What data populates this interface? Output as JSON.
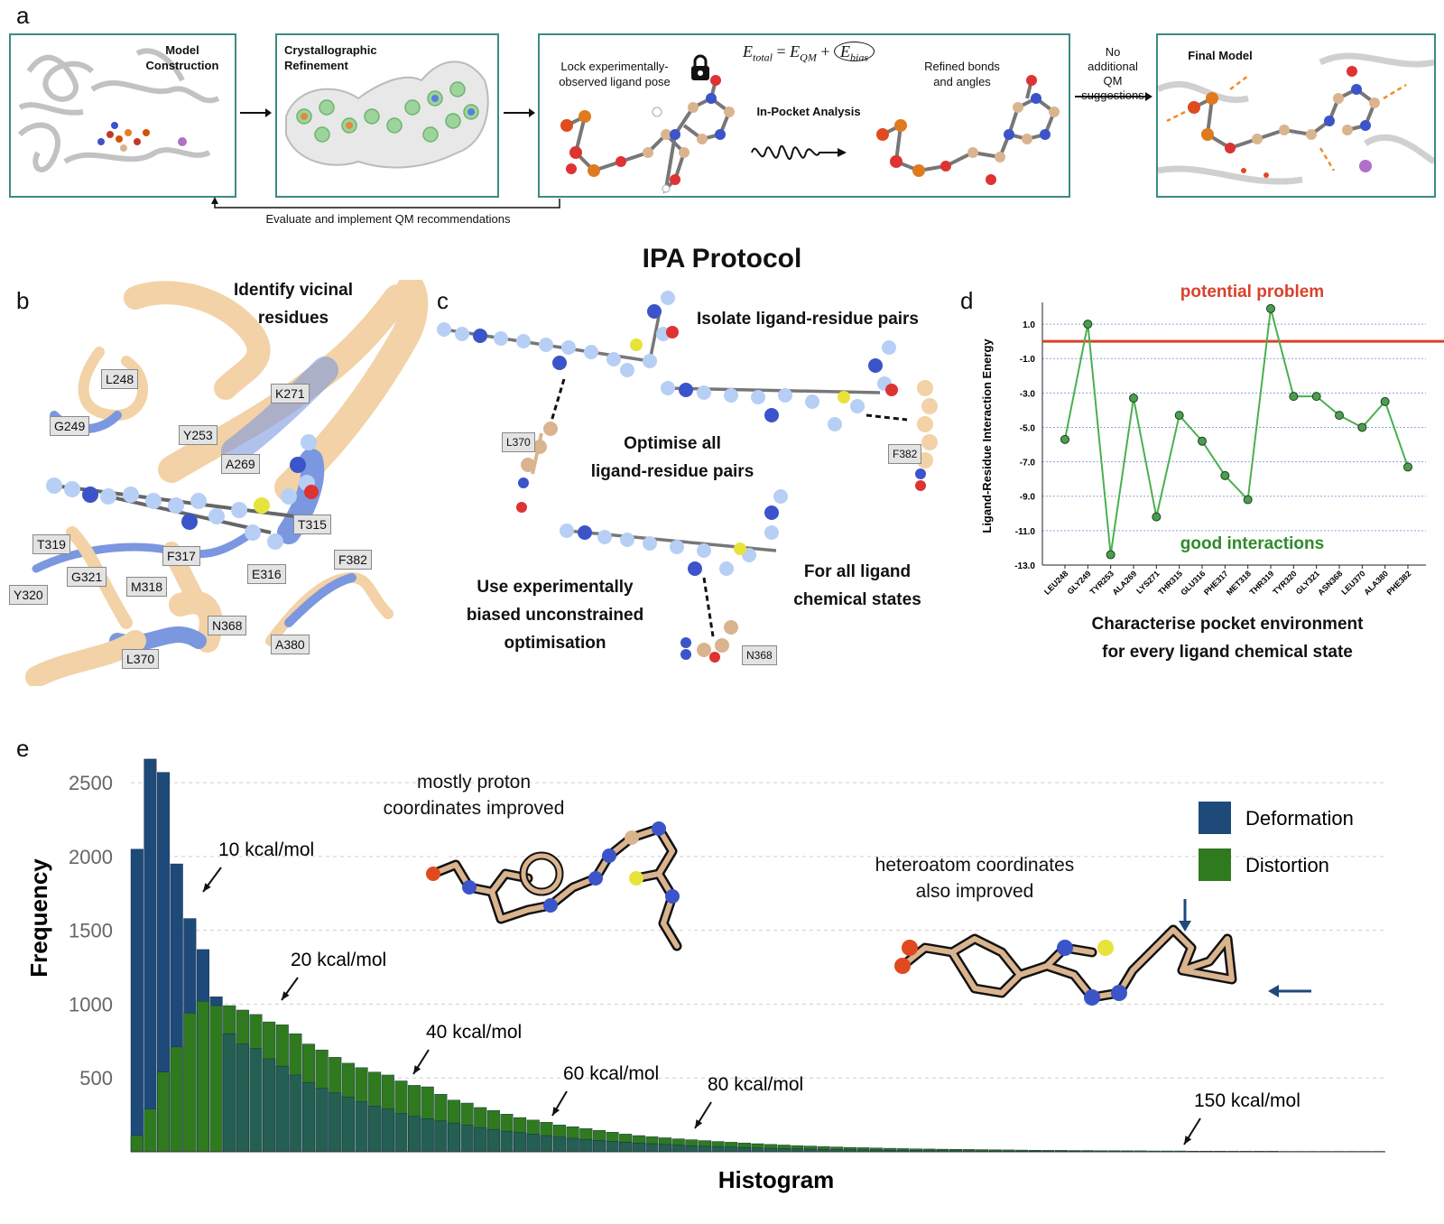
{
  "panel_a": {
    "letter": "a",
    "box1_title": "Model\nConstruction",
    "box2_title": "Crystallographic\nRefinement",
    "lock_text": "Lock experimentally-\nobserved ligand pose",
    "equation_lhs": "E",
    "equation_lhs_sub": "total",
    "equation_eq": " = ",
    "equation_qm": "E",
    "equation_qm_sub": "QM",
    "equation_plus": " + ",
    "equation_bias": "E",
    "equation_bias_sub": "bias",
    "inpocket": "In-Pocket Analysis",
    "refined": "Refined bonds\nand angles",
    "no_qm": "No\nadditional\nQM\nsuggestions",
    "final_model": "Final Model",
    "feedback": "Evaluate and implement QM recommendations"
  },
  "protocol_title": "IPA Protocol",
  "panel_b": {
    "letter": "b",
    "heading": "Identify vicinal\nresidues",
    "residues": [
      "L248",
      "G249",
      "Y253",
      "K271",
      "A269",
      "T315",
      "T319",
      "G321",
      "Y320",
      "F317",
      "M318",
      "E316",
      "F382",
      "N368",
      "L370",
      "A380"
    ]
  },
  "panel_c": {
    "letter": "c",
    "isolate": "Isolate ligand-residue pairs",
    "optimise": "Optimise all\nligand-residue pairs",
    "biased": "Use experimentally\nbiased unconstrained\noptimisation",
    "forall": "For all ligand\nchemical states",
    "residues": [
      "L370",
      "F382",
      "N368"
    ]
  },
  "panel_d": {
    "letter": "d",
    "caption": "Characterise pocket environment\nfor every ligand chemical state"
  },
  "chart_data": [
    {
      "type": "line",
      "ylabel": "Ligand-Residue Interaction Energy",
      "categories": [
        "LEU248",
        "GLY249",
        "TYR253",
        "ALA269",
        "LYS271",
        "THR315",
        "GLU316",
        "PHE317",
        "MET318",
        "THR319",
        "TYR320",
        "GLY321",
        "ASN368",
        "LEU370",
        "ALA380",
        "PHE382"
      ],
      "values": [
        -5.7,
        1.0,
        -12.4,
        -3.3,
        -10.2,
        -4.3,
        -5.8,
        -7.8,
        -9.2,
        1.9,
        -3.2,
        -3.2,
        -4.3,
        -5.0,
        -3.5,
        -7.3
      ],
      "threshold": 0.0,
      "threshold_label": "potential problem",
      "good_label": "good interactions",
      "yticks": [
        "1.0",
        "-1.0",
        "-3.0",
        "-5.0",
        "-7.0",
        "-9.0",
        "-11.0",
        "-13.0"
      ],
      "ylim": [
        -13,
        2
      ],
      "colors": {
        "line": "#4ab04f",
        "marker": "#4a9e4f",
        "threshold": "#d9412b",
        "grid": "#8fa3d8"
      }
    },
    {
      "type": "bar",
      "xlabel": "Histogram",
      "ylabel": "Frequency",
      "yticks": [
        "500",
        "1000",
        "1500",
        "2000",
        "2500"
      ],
      "ylim": [
        0,
        2800
      ],
      "series": [
        {
          "name": "Deformation",
          "color": "#1e4a7a",
          "values": [
            2050,
            2660,
            2570,
            1950,
            1580,
            1370,
            1050,
            800,
            730,
            700,
            630,
            580,
            520,
            470,
            430,
            400,
            370,
            340,
            310,
            290,
            260,
            240,
            225,
            210,
            195,
            180,
            165,
            152,
            140,
            130,
            120,
            110,
            100,
            92,
            85,
            78,
            72,
            66,
            60,
            55,
            50,
            46,
            42,
            38,
            35,
            32,
            29,
            26,
            24,
            22,
            20,
            18,
            16,
            15,
            14,
            13,
            12,
            11,
            10,
            9,
            8,
            8,
            7,
            7,
            6,
            6,
            5,
            5,
            5,
            4,
            4,
            4,
            3,
            3,
            3,
            3,
            2,
            2,
            2,
            2,
            2,
            2,
            2,
            2,
            2,
            2,
            2,
            2,
            2,
            2,
            2,
            2,
            2,
            2,
            2
          ]
        },
        {
          "name": "Distortion",
          "color": "#2f7a1f",
          "values": [
            110,
            290,
            540,
            710,
            940,
            1020,
            990,
            990,
            960,
            930,
            880,
            860,
            800,
            730,
            690,
            640,
            600,
            570,
            540,
            520,
            480,
            450,
            440,
            390,
            350,
            330,
            300,
            280,
            255,
            232,
            215,
            200,
            182,
            170,
            157,
            145,
            133,
            120,
            110,
            102,
            95,
            88,
            82,
            76,
            70,
            65,
            60,
            55,
            50,
            46,
            42,
            39,
            36,
            33,
            30,
            28,
            26,
            24,
            22,
            20,
            19,
            18,
            17,
            16,
            15,
            14,
            13,
            12,
            11,
            10,
            10,
            9,
            9,
            8,
            8,
            7,
            7,
            6,
            6,
            6,
            5,
            5,
            5,
            4,
            4,
            4,
            4,
            3,
            3,
            3,
            3,
            3,
            3,
            3,
            3
          ]
        }
      ],
      "annotations": [
        "10 kcal/mol",
        "20 kcal/mol",
        "40 kcal/mol",
        "60 kcal/mol",
        "80 kcal/mol",
        "150 kcal/mol"
      ]
    }
  ],
  "panel_e": {
    "letter": "e",
    "proton_text": "mostly proton\ncoordinates improved",
    "hetero_text": "heteroatom coordinates\nalso improved"
  }
}
